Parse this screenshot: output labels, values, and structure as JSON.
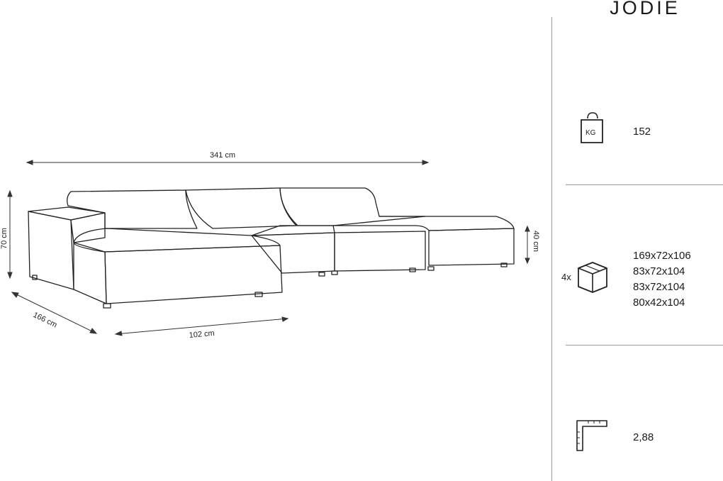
{
  "product": {
    "title": "JODIE"
  },
  "dimensions": {
    "total_width": "341 cm",
    "depth": "166 cm",
    "chaise_width": "102 cm",
    "height": "70 cm",
    "seat_height": "40 cm"
  },
  "specs": {
    "weight_icon_label": "KG",
    "weight": "152",
    "box_count": "4x",
    "package_dims": [
      "169x72x106",
      "83x72x104",
      "83x72x104",
      "80x42x104"
    ],
    "area": "2,88"
  },
  "icons": [
    "weight-icon",
    "package-box-icon",
    "area-ruler-icon"
  ]
}
